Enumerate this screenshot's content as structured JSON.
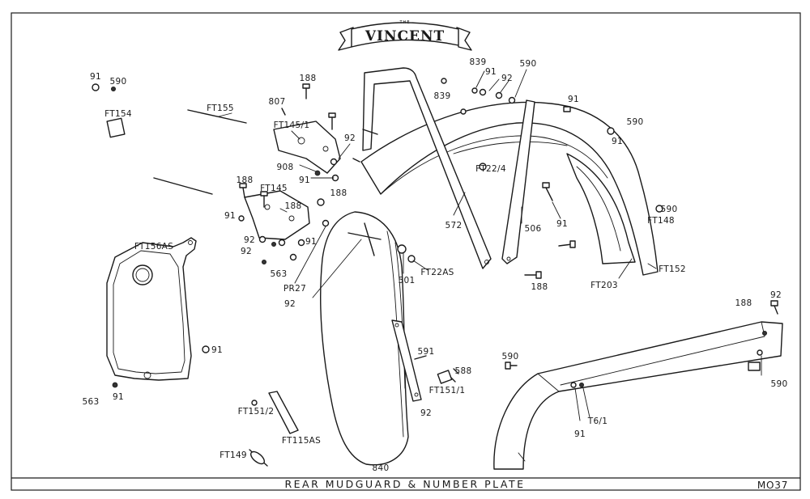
{
  "logo": {
    "small_text": "THE",
    "brand": "VINCENT"
  },
  "footer": {
    "caption": "REAR MUDGUARD & NUMBER PLATE",
    "code": "MO37"
  },
  "labels": [
    {
      "id": "lbl-91-a",
      "text": "91"
    },
    {
      "id": "lbl-590-a",
      "text": "590"
    },
    {
      "id": "lbl-ft154",
      "text": "FT154"
    },
    {
      "id": "lbl-ft155",
      "text": "FT155"
    },
    {
      "id": "lbl-188-a",
      "text": "188"
    },
    {
      "id": "lbl-807",
      "text": "807"
    },
    {
      "id": "lbl-ft145-1",
      "text": "FT145/1"
    },
    {
      "id": "lbl-92-a",
      "text": "92"
    },
    {
      "id": "lbl-908",
      "text": "908"
    },
    {
      "id": "lbl-91-b",
      "text": "91"
    },
    {
      "id": "lbl-188-b",
      "text": "188"
    },
    {
      "id": "lbl-188-c",
      "text": "188"
    },
    {
      "id": "lbl-ft145",
      "text": "FT145"
    },
    {
      "id": "lbl-188-d",
      "text": "188"
    },
    {
      "id": "lbl-91-c",
      "text": "91"
    },
    {
      "id": "lbl-92-b",
      "text": "92"
    },
    {
      "id": "lbl-92-c",
      "text": "92"
    },
    {
      "id": "lbl-91-d",
      "text": "91"
    },
    {
      "id": "lbl-563-a",
      "text": "563"
    },
    {
      "id": "lbl-pr27",
      "text": "PR27"
    },
    {
      "id": "lbl-ft156as",
      "text": "FT156AS"
    },
    {
      "id": "lbl-92-d",
      "text": "92"
    },
    {
      "id": "lbl-91-e",
      "text": "91"
    },
    {
      "id": "lbl-563-b",
      "text": "563"
    },
    {
      "id": "lbl-91-f",
      "text": "91"
    },
    {
      "id": "lbl-ft151-2",
      "text": "FT151/2"
    },
    {
      "id": "lbl-ft115as",
      "text": "FT115AS"
    },
    {
      "id": "lbl-ft149",
      "text": "FT149"
    },
    {
      "id": "lbl-840",
      "text": "840"
    },
    {
      "id": "lbl-501",
      "text": "501"
    },
    {
      "id": "lbl-ft22as",
      "text": "FT22AS"
    },
    {
      "id": "lbl-572",
      "text": "572"
    },
    {
      "id": "lbl-591",
      "text": "591"
    },
    {
      "id": "lbl-588",
      "text": "588"
    },
    {
      "id": "lbl-ft151-1",
      "text": "FT151/1"
    },
    {
      "id": "lbl-92-e",
      "text": "92"
    },
    {
      "id": "lbl-839-a",
      "text": "839"
    },
    {
      "id": "lbl-91-g",
      "text": "91"
    },
    {
      "id": "lbl-92-f",
      "text": "92"
    },
    {
      "id": "lbl-590-b",
      "text": "590"
    },
    {
      "id": "lbl-839-b",
      "text": "839"
    },
    {
      "id": "lbl-91-h",
      "text": "91"
    },
    {
      "id": "lbl-590-c",
      "text": "590"
    },
    {
      "id": "lbl-91-i",
      "text": "91"
    },
    {
      "id": "lbl-ft22-4",
      "text": "FT22/4"
    },
    {
      "id": "lbl-506",
      "text": "506"
    },
    {
      "id": "lbl-91-j",
      "text": "91"
    },
    {
      "id": "lbl-590-d",
      "text": "590"
    },
    {
      "id": "lbl-ft148",
      "text": "FT148"
    },
    {
      "id": "lbl-ft152",
      "text": "FT152"
    },
    {
      "id": "lbl-ft203",
      "text": "FT203"
    },
    {
      "id": "lbl-188-e",
      "text": "188"
    },
    {
      "id": "lbl-590-e",
      "text": "590"
    },
    {
      "id": "lbl-188-f",
      "text": "188"
    },
    {
      "id": "lbl-92-g",
      "text": "92"
    },
    {
      "id": "lbl-590-f",
      "text": "590"
    },
    {
      "id": "lbl-91-k",
      "text": "91"
    },
    {
      "id": "lbl-t6-1",
      "text": "T6/1"
    }
  ]
}
